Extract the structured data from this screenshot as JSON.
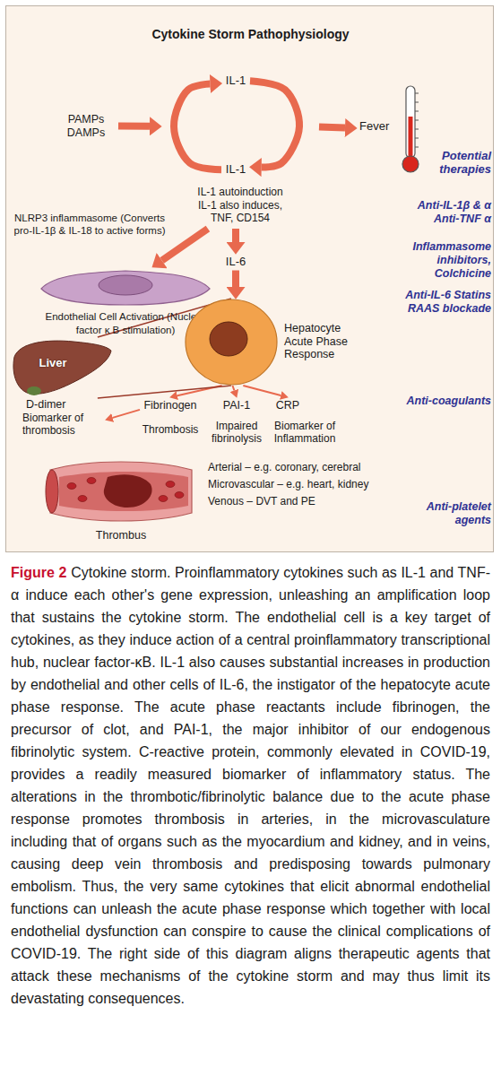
{
  "diagram": {
    "title": "Cytokine Storm Pathophysiology",
    "caption": "Cytokine storm. Proinflammatory cytokines such as IL-1 and TNF-α induce each other's gene expression, unleashing an amplification loop that sustains the cytokine storm. The endothelial cell is a key target of cytokines, as they induce action of a central proinflammatory transcriptional hub, nuclear factor-κB. IL-1 also causes substantial increases in production by endothelial and other cells of IL-6, the instigator of the hepatocyte acute phase response. The acute phase reactants include fibrinogen, the precursor of clot, and PAI-1, the major inhibitor of our endogenous fibrinolytic system. C-reactive protein, commonly elevated in COVID-19, provides a readily measured biomarker of inflammatory status. The alterations in the thrombotic/fibrinolytic balance due to the acute phase response promotes thrombosis in arteries, in the microvasculature including that of organs such as the myocardium and kidney, and in veins, causing deep vein thrombosis and predisposing towards pulmonary embolism. Thus, the very same cytokines that elicit abnormal endothelial functions can unleash the acute phase response which together with local endothelial dysfunction can conspire to cause the clinical complications of COVID-19. The right side of this diagram aligns therapeutic agents that attack these mechanisms of the cytokine storm and may thus limit its devastating consequences.",
    "nodes": [
      {
        "text": [
          "PAMPs DAMPs"
        ]
      },
      {
        "text": [
          "IL-1 autoinduction IL-1 also induces, TNF, CD154"
        ]
      },
      {
        "text": [
          "IL-1"
        ],
        "in": 1
      },
      {
        "text": [
          "IL-1"
        ],
        "in": 1
      },
      {
        "text": [
          "Fever"
        ]
      },
      {
        "text": [
          "IL-6"
        ]
      },
      {
        "text": [
          "Endothelial Cell Activation (Nuclear factor κ B stimulation)"
        ]
      },
      {
        "text": [
          "Liver"
        ]
      },
      {
        "text": [
          "Hepatocyte Acute Phase Response"
        ]
      },
      {
        "text": [
          "D-dimer",
          "Biomarker of thrombosis"
        ]
      },
      {
        "text": [
          "Fibrinogen"
        ]
      },
      {
        "text": [
          "PAI-1"
        ]
      },
      {
        "text": [
          "CRP"
        ]
      },
      {
        "text": [
          "Thrombus"
        ]
      }
    ],
    "edges": [
      {
        "from": 0,
        "to": 1,
        "arrow": "to"
      },
      {
        "from": 2,
        "to": 3,
        "arrow": "to"
      },
      {
        "from": 3,
        "to": 2,
        "arrow": "to"
      },
      {
        "from": 1,
        "to": 4,
        "arrow": "to"
      },
      {
        "from": 1,
        "to": 6,
        "arrow": "to"
      },
      {
        "from": 1,
        "to": 5,
        "arrow": "to"
      },
      {
        "from": 5,
        "to": 8,
        "arrow": "to"
      },
      {
        "from": 8,
        "to": 10,
        "arrow": "to"
      },
      {
        "from": 8,
        "to": 11,
        "arrow": "to"
      },
      {
        "from": 8,
        "to": 12,
        "arrow": "to"
      },
      {
        "from": 10,
        "to": 9,
        "arrow": "to"
      },
      {
        "from": 7,
        "to": 8,
        "arrow": "none"
      },
      {
        "from": 7,
        "to": 8,
        "arrow": "none"
      }
    ],
    "labels": [
      "Potential therapies",
      "Anti-IL-1β & α Anti-TNF α",
      "NLRP3 inflammasome (Converts pro-IL-1β & IL-18 to active forms)",
      "Inflammasome inhibitors, Colchicine",
      "Anti-IL-6 Statins RAAS blockade",
      "Anti-coagulants",
      "Thrombosis",
      "Impaired fibrinolysis",
      "Biomarker of Inflammation",
      "Arterial – e.g. coronary, cerebral",
      "Microvascular – e.g. heart, kidney",
      "Venous – DVT and PE",
      "Anti-platelet agents",
      "Figure 2"
    ]
  }
}
